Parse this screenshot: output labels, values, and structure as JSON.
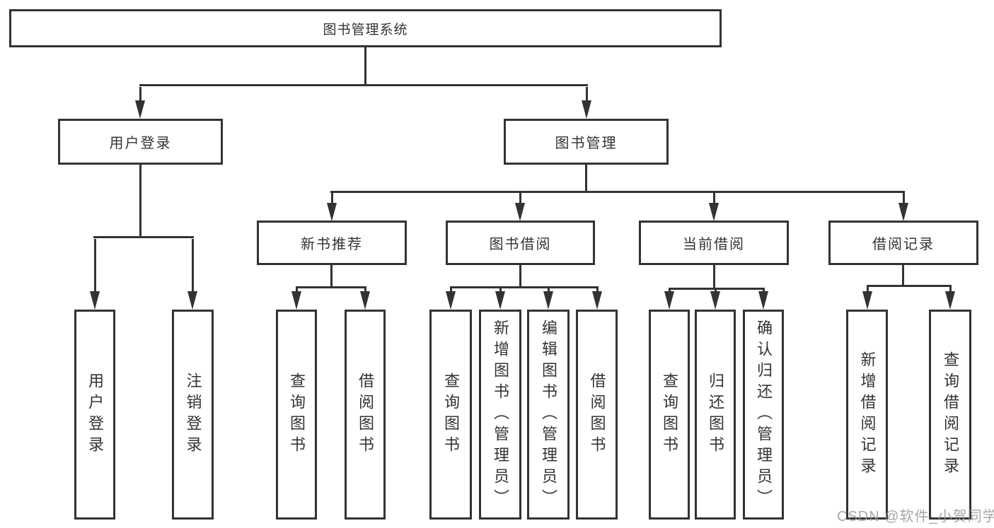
{
  "tree": {
    "root": {
      "label": "图书管理系统"
    },
    "level2": [
      {
        "label": "用户登录"
      },
      {
        "label": "图书管理"
      }
    ],
    "level3": [
      {
        "label": "新书推荐"
      },
      {
        "label": "图书借阅"
      },
      {
        "label": "当前借阅"
      },
      {
        "label": "借阅记录"
      }
    ],
    "leafGroups": [
      {
        "parent": "用户登录",
        "items": [
          "用户登录",
          "注销登录"
        ]
      },
      {
        "parent": "新书推荐",
        "items": [
          "查询图书",
          "借阅图书"
        ]
      },
      {
        "parent": "图书借阅",
        "items": [
          "查询图书",
          "新增图书（管理员）",
          "编辑图书（管理员）",
          "借阅图书"
        ]
      },
      {
        "parent": "当前借阅",
        "items": [
          "查询图书",
          "归还图书",
          "确认归还（管理员）"
        ]
      },
      {
        "parent": "借阅记录",
        "items": [
          "新增借阅记录",
          "查询借阅记录"
        ]
      }
    ]
  },
  "watermark": "CSDN @软件_小贺同学",
  "colors": {
    "line": "#333333",
    "text": "#333333",
    "watermark": "#969696",
    "background": "#ffffff"
  }
}
